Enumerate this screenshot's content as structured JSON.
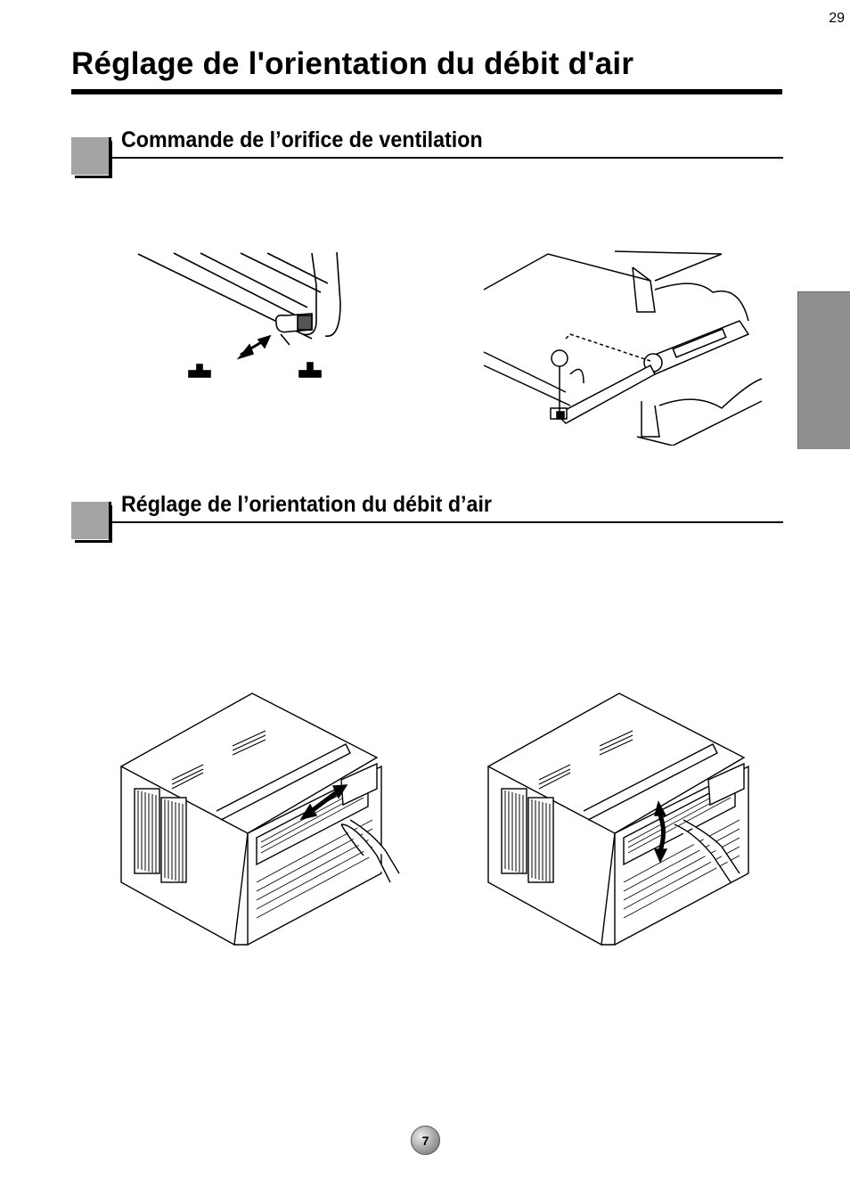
{
  "page": {
    "number": "29",
    "title": "Réglage de l'orientation du débit d'air"
  },
  "sections": [
    {
      "heading": "Commande de l’orifice de ventilation"
    },
    {
      "heading": "Réglage de l’orientation du débit d’air"
    }
  ],
  "footer": {
    "badge": "7"
  },
  "colors": {
    "accent_gray": "#a4a4a4",
    "side_tab": "#8f8f8f",
    "rule": "#000000"
  }
}
